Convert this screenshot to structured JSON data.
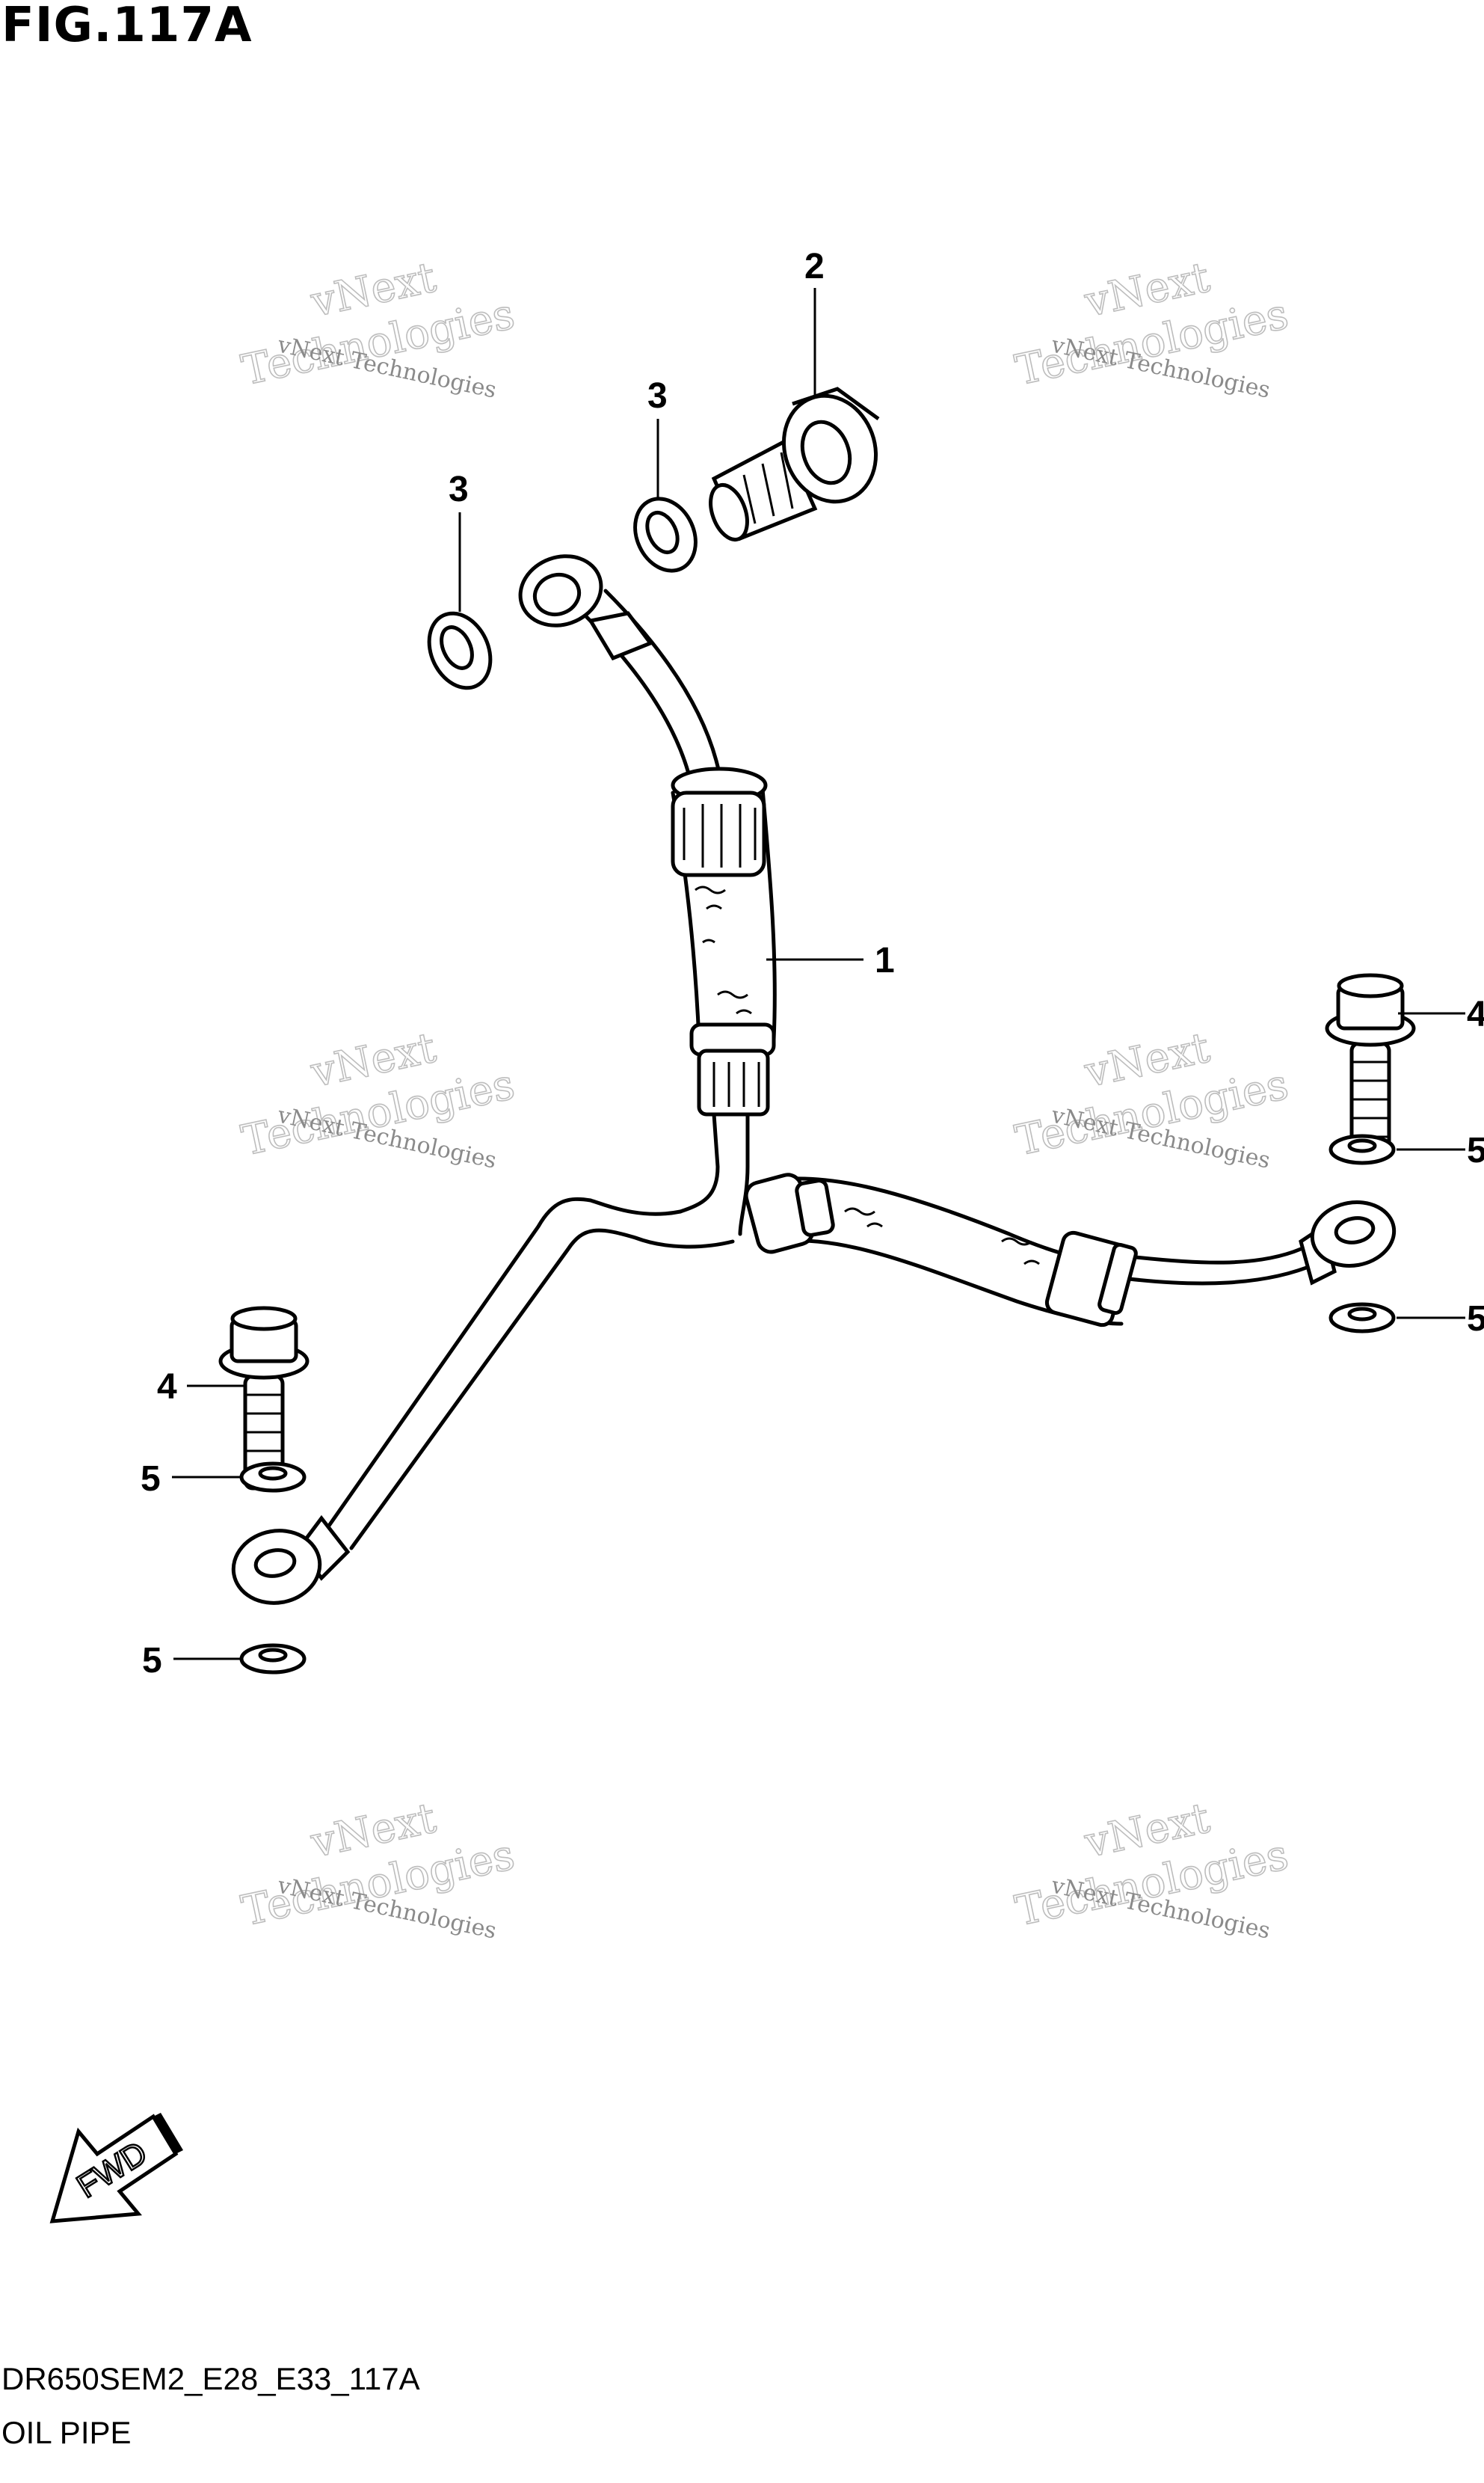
{
  "header": {
    "figure_title": "FIG.117A"
  },
  "footer": {
    "drawing_code": "DR650SEM2_E28_E33_117A",
    "caption": "OIL PIPE"
  },
  "callouts": {
    "pipe": "1",
    "union_bolt": "2",
    "gasket_left": "3",
    "gasket_right": "3",
    "bolt_right": "4",
    "bolt_left": "4",
    "washer_right_top": "5",
    "washer_right_bottom": "5",
    "washer_left_top": "5",
    "washer_left_bottom": "5"
  },
  "watermark": {
    "small": "vNext Technologies",
    "big_line1": "vNext",
    "big_line2": "Technologies"
  },
  "direction_marker": {
    "label": "FWD"
  }
}
